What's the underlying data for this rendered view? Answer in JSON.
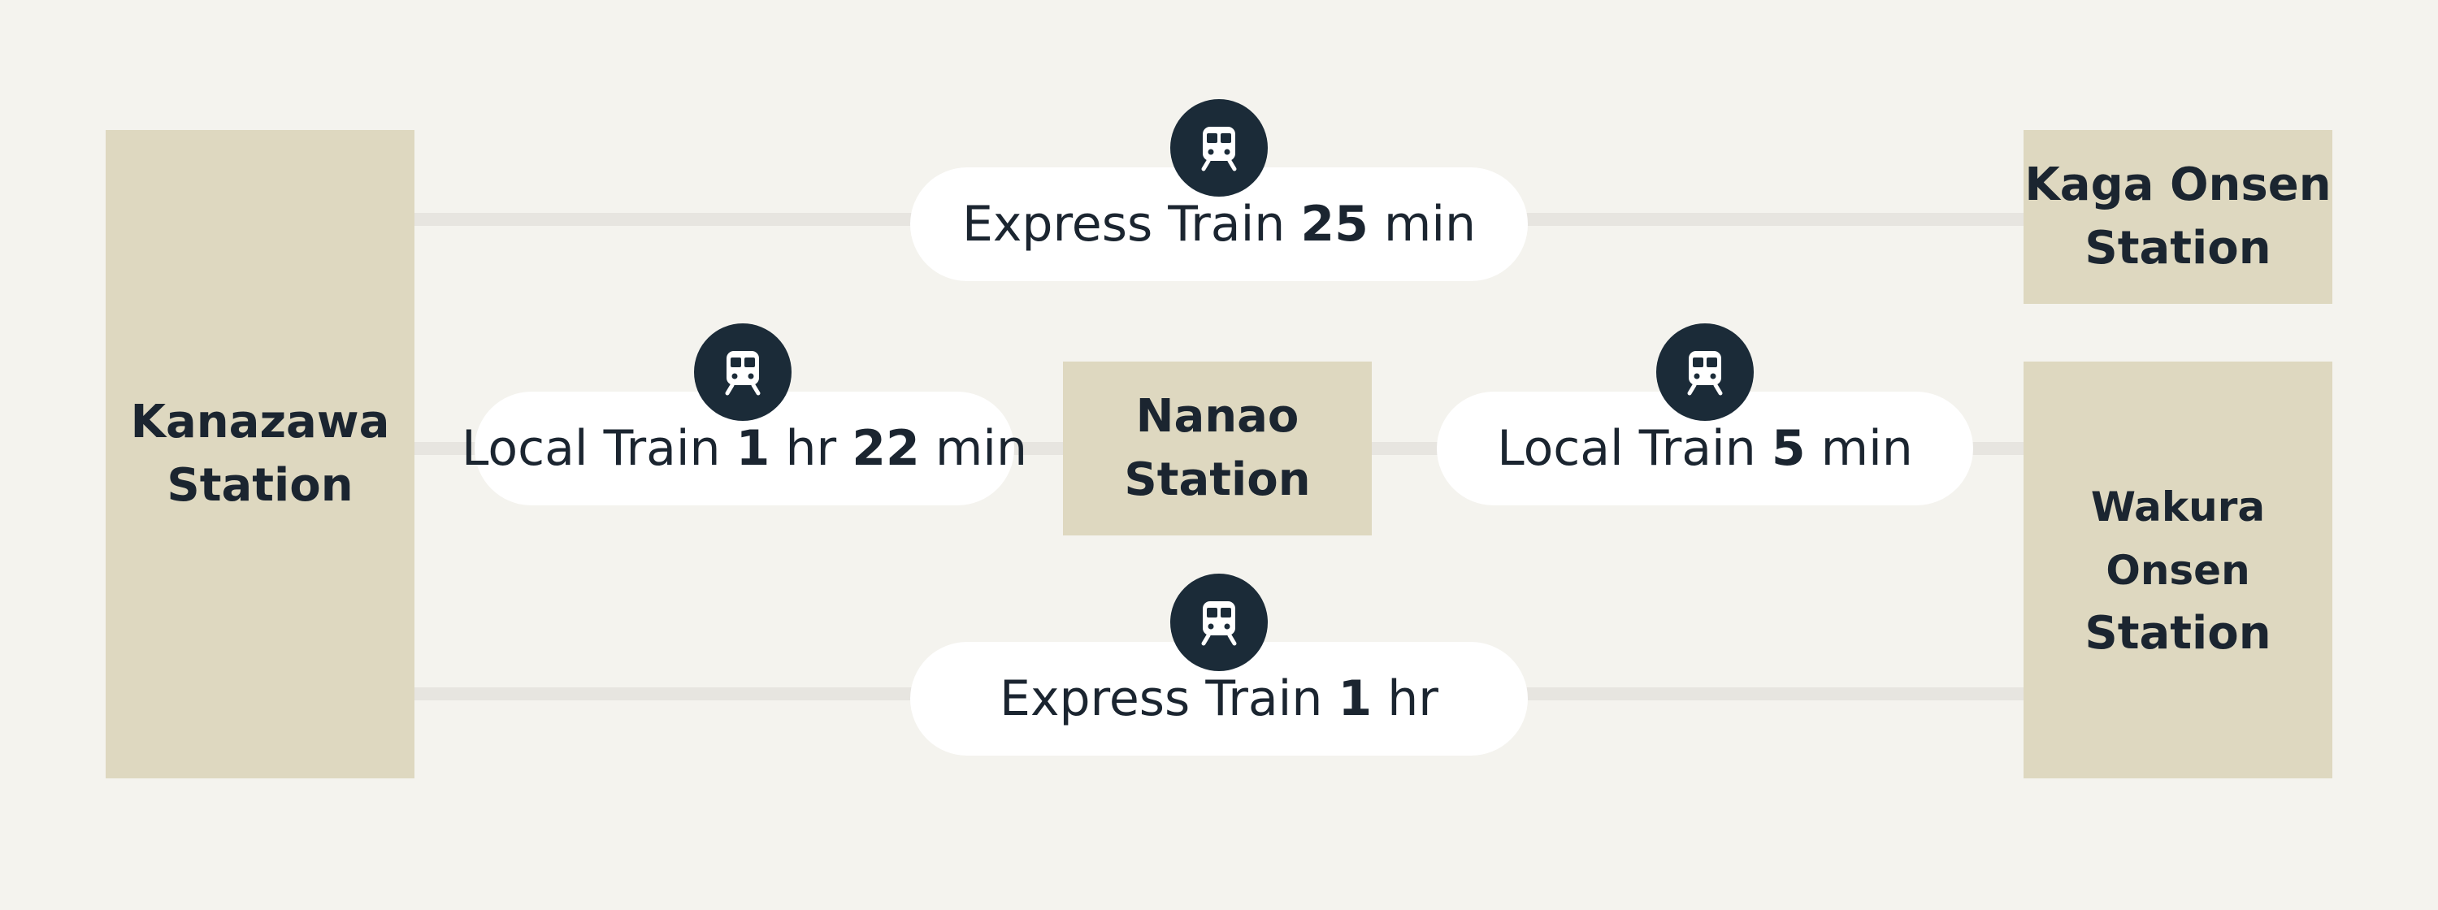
{
  "stations": {
    "kanazawa": {
      "line1": "Kanazawa",
      "line2": "Station"
    },
    "kaga": {
      "line1": "Kaga Onsen",
      "line2": "Station"
    },
    "nanao": {
      "line1": "Nanao",
      "line2": "Station"
    },
    "wakura": {
      "line1": "Wakura Onsen",
      "line2": "Station"
    }
  },
  "routes": {
    "top": {
      "prefix": "Express Train ",
      "n1": "25",
      "u1": " min",
      "n2": "",
      "u2": ""
    },
    "left": {
      "prefix": "Local Train ",
      "n1": "1",
      "u1": " hr ",
      "n2": "22",
      "u2": " min"
    },
    "right": {
      "prefix": "Local Train ",
      "n1": "5",
      "u1": " min",
      "n2": "",
      "u2": ""
    },
    "bottom": {
      "prefix": "Express Train ",
      "n1": "1",
      "u1": " hr",
      "n2": "",
      "u2": ""
    }
  },
  "icons": {
    "transport": "train-icon"
  },
  "colors": {
    "background": "#f4f3ee",
    "station_box": "#ded8c0",
    "line": "#e7e5e0",
    "pill": "#ffffff",
    "icon_circle": "#1b2b38",
    "text": "#1b2530"
  }
}
